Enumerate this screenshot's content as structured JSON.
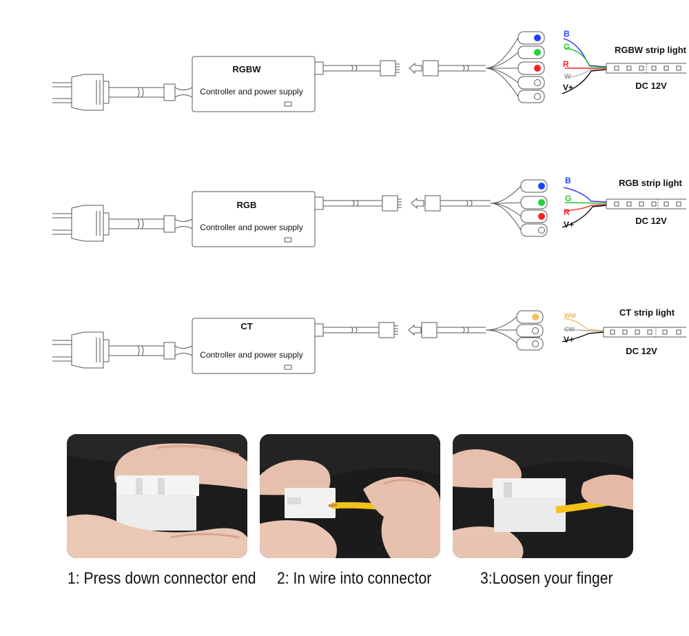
{
  "colors": {
    "blue": "#1f3fff",
    "green": "#22d03a",
    "red": "#ff1f1f",
    "warm": "#f6c060",
    "outline": "#555555",
    "wire_b": "#3a3aff",
    "wire_g": "#22c030",
    "wire_r": "#ff2020",
    "wire_w": "#bbbbbb",
    "wire_v": "#111111"
  },
  "rows": [
    {
      "controller_title": "RGBW",
      "controller_subtitle": "Controller and power supply",
      "strip_title": "RGBW strip light",
      "voltage": "DC 12V",
      "channels": [
        {
          "label": "B",
          "color": "#1f3fff"
        },
        {
          "label": "G",
          "color": "#22d03a"
        },
        {
          "label": "R",
          "color": "#ff1f1f"
        },
        {
          "label": "W",
          "color": "#999999"
        },
        {
          "label": "V+",
          "color": "#111111"
        }
      ]
    },
    {
      "controller_title": "RGB",
      "controller_subtitle": "Controller and power supply",
      "strip_title": "RGB strip light",
      "voltage": "DC 12V",
      "channels": [
        {
          "label": "B",
          "color": "#1f3fff"
        },
        {
          "label": "G",
          "color": "#22d03a"
        },
        {
          "label": "R",
          "color": "#ff1f1f"
        },
        {
          "label": "V+",
          "color": "#111111"
        }
      ]
    },
    {
      "controller_title": "CT",
      "controller_subtitle": "Controller and power supply",
      "strip_title": "CT strip light",
      "voltage": "DC 12V",
      "channels": [
        {
          "label": "WW",
          "color": "#f6c060"
        },
        {
          "label": "CW",
          "color": "#aaaaaa"
        },
        {
          "label": "V+",
          "color": "#111111"
        }
      ]
    }
  ],
  "steps": [
    {
      "caption": "1: Press down connector end"
    },
    {
      "caption": "2: In wire into connector"
    },
    {
      "caption": "3:Loosen your finger"
    }
  ]
}
